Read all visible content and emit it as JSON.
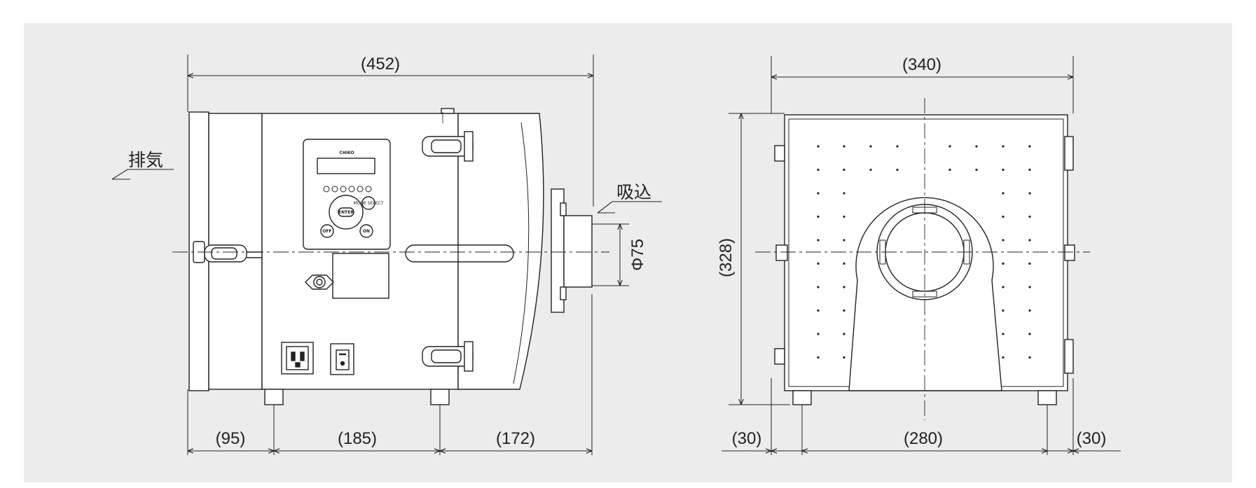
{
  "side_view": {
    "overall_width": "(452)",
    "exhaust_label": "排気",
    "intake_label": "吸込",
    "duct_diameter": "Φ75",
    "segments": [
      "(95)",
      "(185)",
      "(172)"
    ],
    "panel": {
      "brand": "CHIKO",
      "enter": "ENTER",
      "off": "OFF",
      "on": "ON",
      "mode": "MODE SELECT"
    }
  },
  "front_view": {
    "overall_width": "(340)",
    "overall_height": "(328)",
    "segments": [
      "(30)",
      "(280)",
      "(30)"
    ]
  },
  "colors": {
    "background": "#ececec",
    "line": "#222222",
    "body": "#ffffff"
  }
}
